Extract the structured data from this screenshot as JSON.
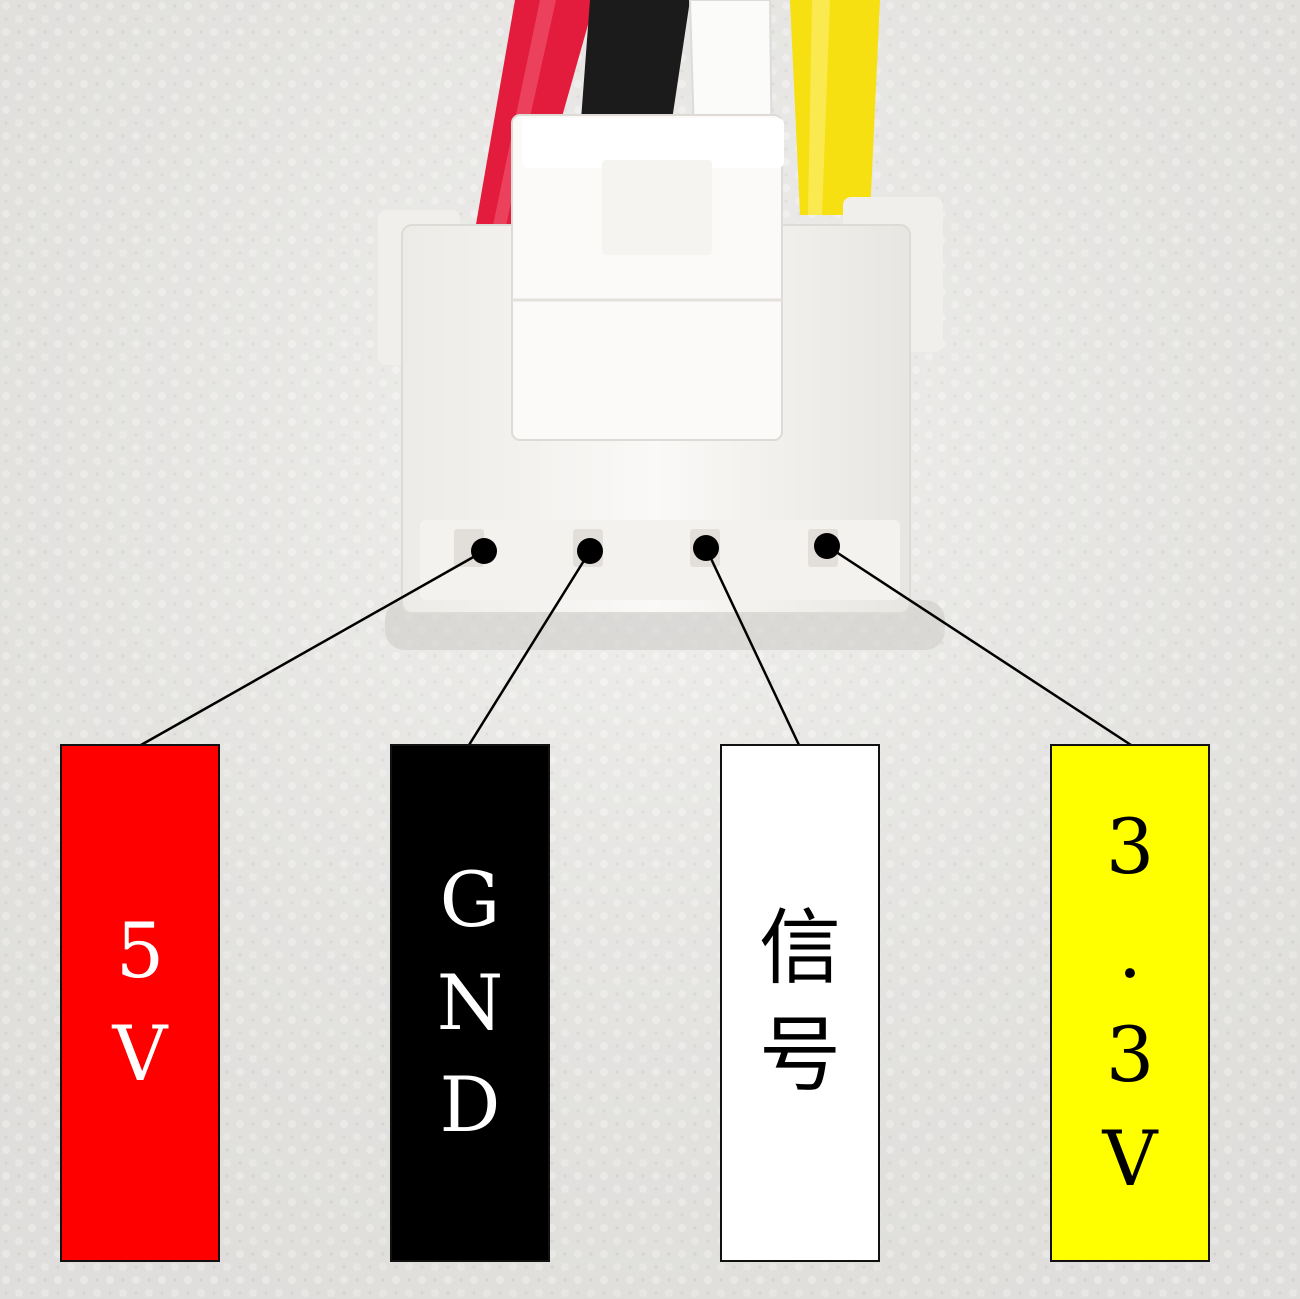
{
  "labels": [
    {
      "id": "5v",
      "text": "5\nV",
      "color": "#ff0000",
      "text_color": "#ffffff"
    },
    {
      "id": "gnd",
      "text": "G\nN\nD",
      "color": "#000000",
      "text_color": "#ffffff"
    },
    {
      "id": "signal",
      "text": "信\n号",
      "color": "#ffffff",
      "text_color": "#000000"
    },
    {
      "id": "3v3",
      "text": "3\n.\n3\nV",
      "color": "#ffff00",
      "text_color": "#000000"
    }
  ],
  "wires": [
    {
      "name": "red-wire",
      "color": "#e31b3c"
    },
    {
      "name": "black-wire",
      "color": "#1b1b1b"
    },
    {
      "name": "white-wire",
      "color": "#fafafa"
    },
    {
      "name": "yellow-wire",
      "color": "#f7e011"
    }
  ],
  "colors": {
    "background": "#e9e8e6",
    "connector": "#f7f5f2",
    "callout": "#000000"
  }
}
